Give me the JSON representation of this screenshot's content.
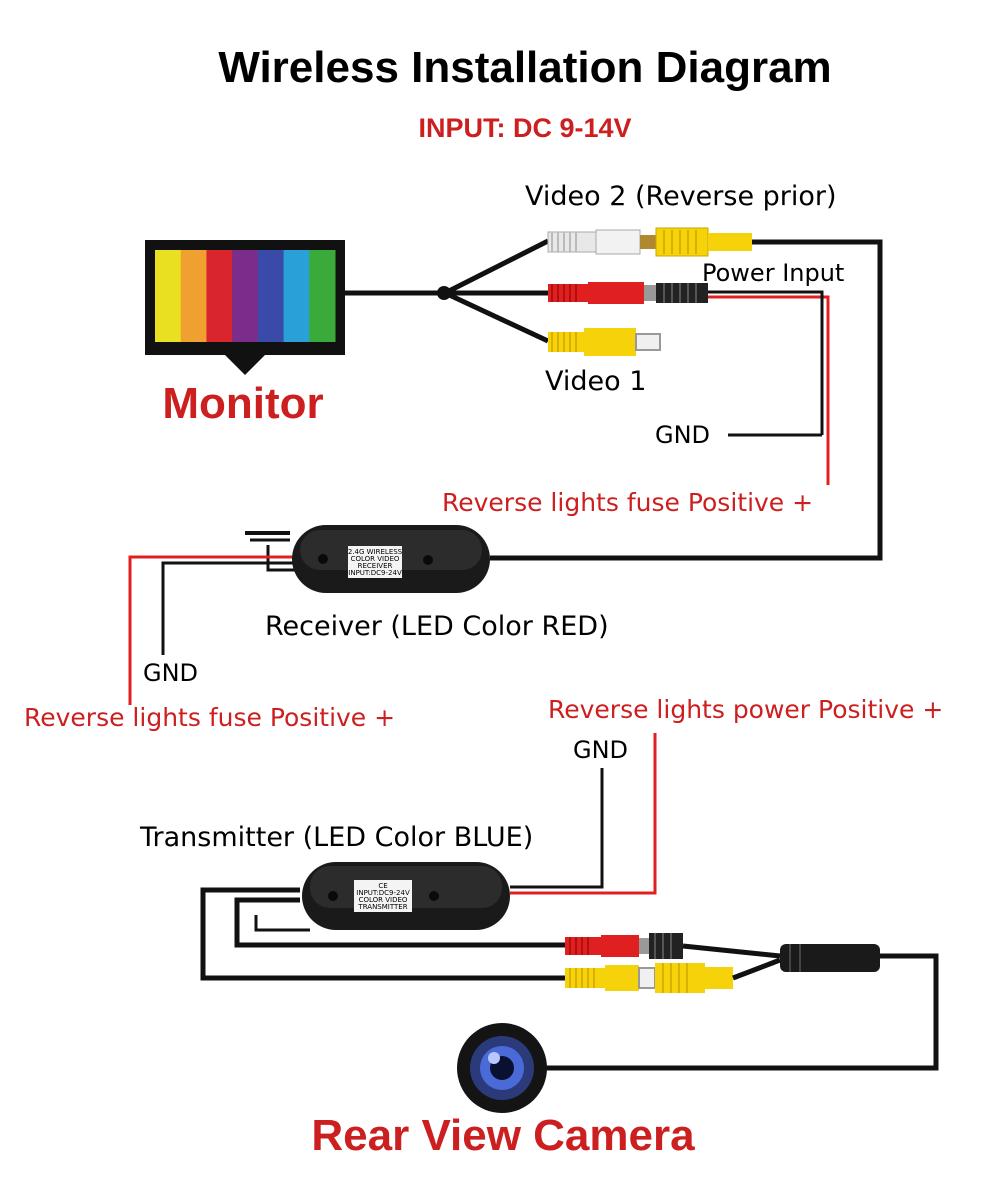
{
  "title": "Wireless Installation Diagram",
  "input_spec": "INPUT: DC 9-14V",
  "labels": {
    "video2": "Video 2 (Reverse prior)",
    "power_input": "Power Input",
    "video1": "Video 1",
    "monitor": "Monitor",
    "gnd_top": "GND",
    "fuse_top": "Reverse lights fuse Positive +",
    "receiver": "Receiver (LED Color RED)",
    "gnd_left": "GND",
    "fuse_left": "Reverse lights fuse Positive +",
    "power_positive": "Reverse lights power Positive +",
    "gnd_tx": "GND",
    "transmitter": "Transmitter (LED Color BLUE)",
    "camera": "Rear View Camera"
  },
  "receiver_box_text": [
    "2.4G WIRELESS",
    "COLOR    VIDEO",
    "RECEIVER",
    "INPUT:DC9-24V"
  ],
  "transmitter_box_text": [
    "CE",
    "INPUT:DC9-24V",
    "COLOR    VIDEO",
    "TRANSMITTER"
  ],
  "colors": {
    "accent_red": "#cc1f1f",
    "wire_red": "#e02020",
    "rca_yellow": "#f5d20a",
    "rca_white": "#f2f2f2",
    "monitor_bars": [
      "#e8e020",
      "#f0a030",
      "#d8252e",
      "#7a2d8a",
      "#3a4aa8",
      "#2aa0d8",
      "#3aaa3a"
    ]
  }
}
